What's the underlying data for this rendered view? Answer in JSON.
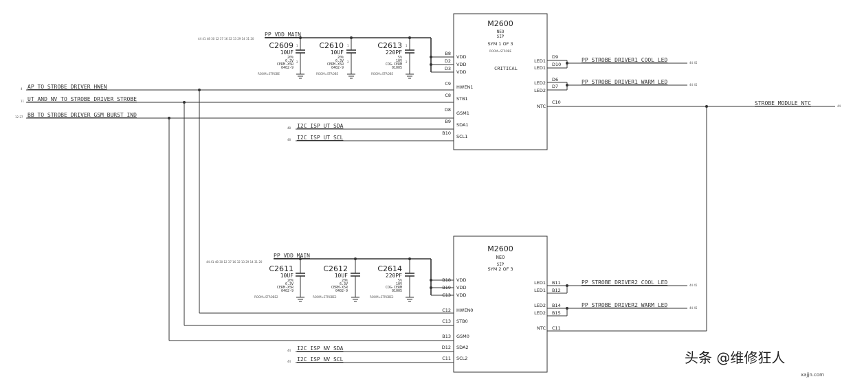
{
  "chips": [
    {
      "name": "M2600",
      "line2": "NEO",
      "line3": "SIP",
      "sym": "SYM 1 OF 3",
      "room": "ROOM=STROBE",
      "extra": "CRITICAL",
      "left_pins": [
        {
          "num": "B8",
          "name": "VDD"
        },
        {
          "num": "D2",
          "name": "VDD"
        },
        {
          "num": "D3",
          "name": "VDD"
        },
        {
          "num": "C9",
          "name": "HWEN1"
        },
        {
          "num": "C8",
          "name": "STB1"
        },
        {
          "num": "D8",
          "name": "GSM1"
        },
        {
          "num": "B9",
          "name": "SDA1"
        },
        {
          "num": "B10",
          "name": "SCL1"
        }
      ],
      "right_pins": [
        {
          "num": "D9",
          "name": "LED1"
        },
        {
          "num": "D10",
          "name": "LED1"
        },
        {
          "num": "D6",
          "name": "LED2"
        },
        {
          "num": "D7",
          "name": "LED2"
        },
        {
          "num": "C10",
          "name": "NTC"
        }
      ]
    },
    {
      "name": "M2600",
      "line2": "NEO",
      "line3": "SIP",
      "sym": "SYM 2 OF 3",
      "room": "",
      "extra": "",
      "left_pins": [
        {
          "num": "B18",
          "name": "VDD"
        },
        {
          "num": "B19",
          "name": "VDD"
        },
        {
          "num": "C13",
          "name": "VDD"
        },
        {
          "num": "C12",
          "name": "HWEN0"
        },
        {
          "num": "C13",
          "name": "STB0"
        },
        {
          "num": "B13",
          "name": "GSM0"
        },
        {
          "num": "D12",
          "name": "SDA2"
        },
        {
          "num": "C11",
          "name": "SCL2"
        }
      ],
      "right_pins": [
        {
          "num": "B11",
          "name": "LED1"
        },
        {
          "num": "B12",
          "name": "LED1"
        },
        {
          "num": "B14",
          "name": "LED2"
        },
        {
          "num": "B15",
          "name": "LED2"
        },
        {
          "num": "C11",
          "name": "NTC"
        }
      ]
    }
  ],
  "capacitors": [
    {
      "ref": "C2609",
      "value": "10UF",
      "tol": "20%",
      "volt": "6.3V",
      "dielectric": "CERM-X5R",
      "pkg": "0402-9",
      "room": "ROOM=STROBE"
    },
    {
      "ref": "C2610",
      "value": "10UF",
      "tol": "20%",
      "volt": "6.3V",
      "dielectric": "CERM-X5R",
      "pkg": "0402-9",
      "room": "ROOM=STROBE"
    },
    {
      "ref": "C2613",
      "value": "220PF",
      "tol": "5%",
      "volt": "10V",
      "dielectric": "COG-CERM",
      "pkg": "01005",
      "room": "ROOM=STROBE"
    },
    {
      "ref": "C2611",
      "value": "10UF",
      "tol": "20%",
      "volt": "6.3V",
      "dielectric": "CERM-X5R",
      "pkg": "0402-9",
      "room": "ROOM=STROBE2"
    },
    {
      "ref": "C2612",
      "value": "10UF",
      "tol": "20%",
      "volt": "6.3V",
      "dielectric": "CERM-X5R",
      "pkg": "0402-9",
      "room": "ROOM=STROBE2"
    },
    {
      "ref": "C2614",
      "value": "220PF",
      "tol": "5%",
      "volt": "10V",
      "dielectric": "COG-CERM",
      "pkg": "01005",
      "room": "ROOM=STROBE2"
    }
  ],
  "nets": {
    "vdd_main_top": "PP_VDD_MAIN",
    "vdd_main_bottom": "PP_VDD_MAIN",
    "hwen": "AP_TO_STROBE_DRIVER_HWEN",
    "strobe": "UT_AND_NV_TO_STROBE_DRIVER_STROBE",
    "gsm": "BB_TO_STROBE_DRIVER_GSM_BURST_IND",
    "sda_ut": "I2C_ISP_UT_SDA",
    "scl_ut": "I2C_ISP_UT_SCL",
    "sda_nv": "I2C_ISP_NV_SDA",
    "scl_nv": "I2C_ISP_NV_SCL",
    "cool1": "PP_STROBE_DRIVER1_COOL_LED",
    "warm1": "PP_STROBE_DRIVER1_WARM_LED",
    "cool2": "PP_STROBE_DRIVER2_COOL_LED",
    "warm2": "PP_STROBE_DRIVER2_WARM_LED",
    "ntc": "STROBE_MODULE_NTC"
  },
  "watermark": {
    "text": "头条 @维修狂人",
    "site": "xajjn.com"
  }
}
